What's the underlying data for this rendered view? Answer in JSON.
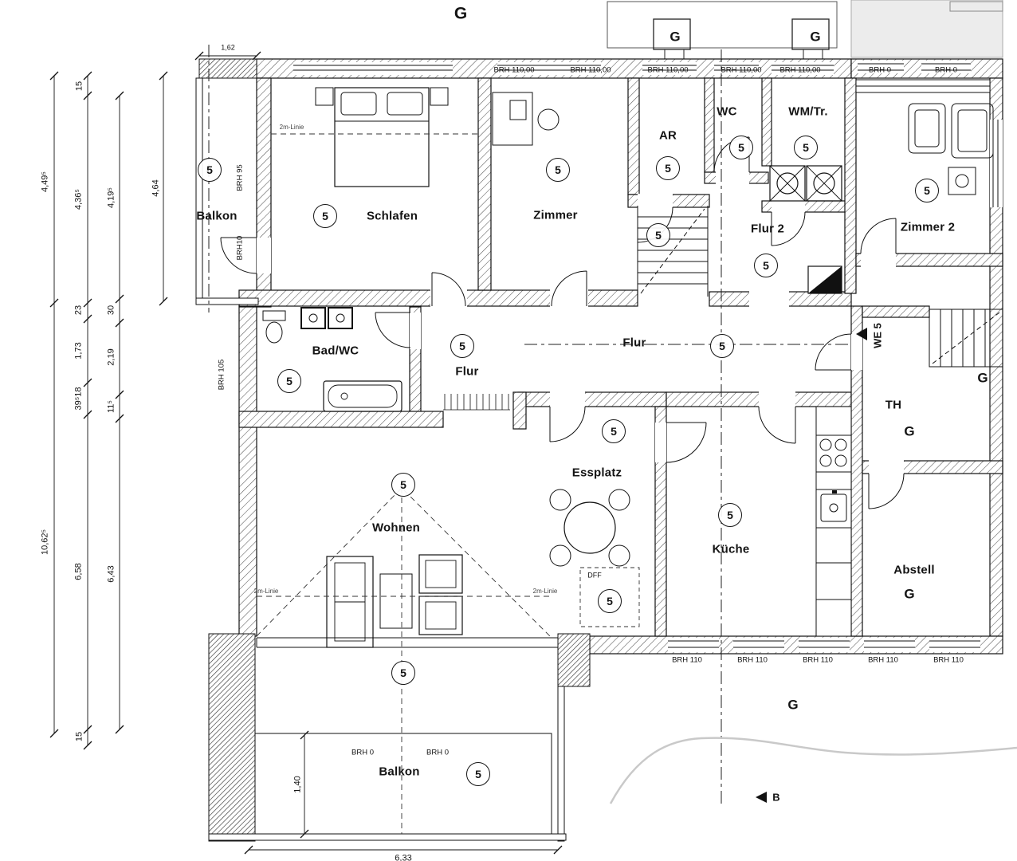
{
  "meta": {
    "title": "Grundriss Wohnung 5",
    "type": "floor-plan"
  },
  "markers": {
    "unit": "5",
    "g": "G",
    "b": "B",
    "we": "WE 5"
  },
  "rooms": {
    "balkon_top": "Balkon",
    "schlafen": "Schlafen",
    "zimmer": "Zimmer",
    "ar": "AR",
    "wc": "WC",
    "wm_tr": "WM/Tr.",
    "zimmer2": "Zimmer 2",
    "flur2": "Flur 2",
    "bad_wc": "Bad/WC",
    "flur_a": "Flur",
    "flur_b": "Flur",
    "th": "TH",
    "wohnen": "Wohnen",
    "essplatz": "Essplatz",
    "kueche": "Küche",
    "abstell": "Abstell",
    "balkon_bottom": "Balkon"
  },
  "annotations": {
    "two_m": "2m-Linie",
    "dff": "DFF",
    "brh_110_00": "BRH 110,00",
    "brh_110": "BRH 110",
    "brh_0": "BRH 0",
    "brh_95": "BRH 95",
    "brh_10": "BRH10",
    "brh_105": "BRH 105"
  },
  "dimensions": {
    "d_449": "4,49⁵",
    "d_15": "15",
    "d_436": "4,36⁵",
    "d_419": "4,19⁵",
    "d_464": "4,64",
    "d_162": "1,62",
    "d_23": "23",
    "d_30": "30",
    "d_173": "1,73",
    "d_219": "2,19",
    "d_3918": "39⁵18",
    "d_115": "11⁵",
    "d_1062": "10,62⁵",
    "d_658": "6,58",
    "d_643": "6,43",
    "d_140": "1,40",
    "d_633": "6,33"
  }
}
